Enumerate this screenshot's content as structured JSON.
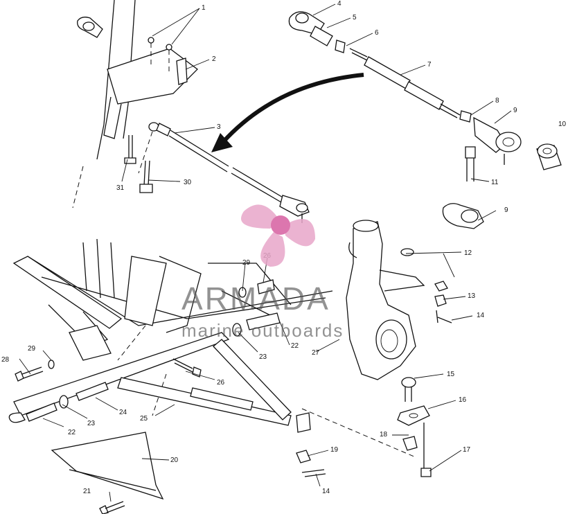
{
  "watermark": {
    "brand": "ARMADA",
    "tagline": "marine outboards",
    "logo_color": "#e8a6c9",
    "logo_dot_color": "#d65fa0"
  },
  "callouts": [
    "1",
    "2",
    "3",
    "4",
    "5",
    "6",
    "7",
    "8",
    "9",
    "10",
    "11",
    "9",
    "12",
    "13",
    "14",
    "15",
    "16",
    "17",
    "18",
    "19",
    "14",
    "20",
    "21",
    "22",
    "22",
    "23",
    "23",
    "24",
    "25",
    "26",
    "27",
    "28",
    "29",
    "26",
    "29",
    "30",
    "31"
  ]
}
